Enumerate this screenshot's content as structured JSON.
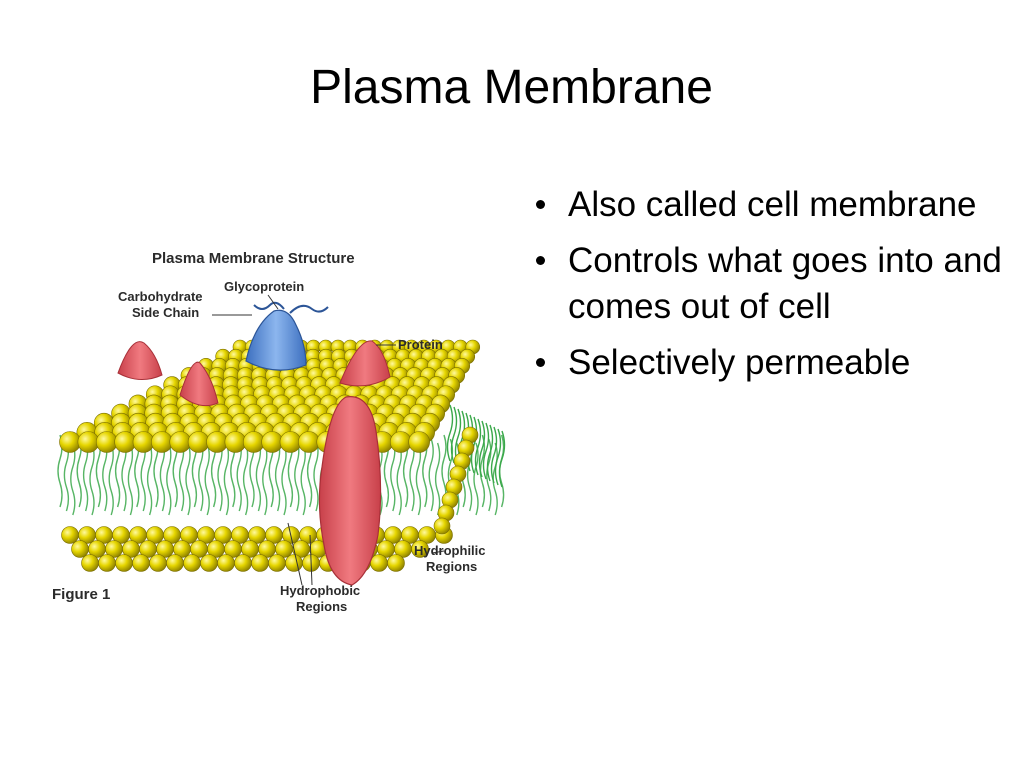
{
  "slide": {
    "title": "Plasma Membrane"
  },
  "figure": {
    "heading": "Plasma Membrane Structure",
    "caption": "Figure 1",
    "labels": {
      "carbohydrate_line1": "Carbohydrate",
      "carbohydrate_line2": "Side Chain",
      "glycoprotein": "Glycoprotein",
      "protein": "Protein",
      "hydrophilic_line1": "Hydrophilic",
      "hydrophilic_line2": "Regions",
      "hydrophobic_line1": "Hydrophobic",
      "hydrophobic_line2": "Regions"
    },
    "colors": {
      "phospholipid_head": "#e6d600",
      "lipid_tail": "#3aa84a",
      "protein": "#e0565e",
      "glycoprotein": "#5b8fd6"
    }
  },
  "bullets": [
    "Also called cell membrane",
    "Controls what goes into and comes out of cell",
    "Selectively permeable"
  ]
}
